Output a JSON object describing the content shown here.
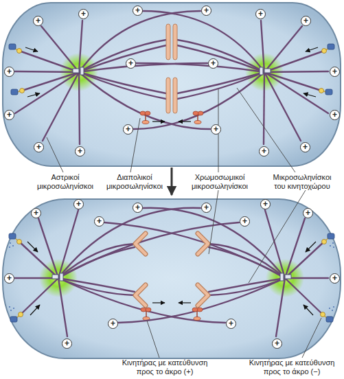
{
  "diagram": {
    "labels": [
      "Αστρικοί μικροσωληνίσκοι",
      "Διαπολικοί μικροσωληνίσκοι",
      "Χρωμοσωμικοί μικροσωληνίσκοι",
      "Μικροσωληνίσκοι του κινητοχώρου",
      "Κινητήρας με κατεύθυνση προς το άκρο (+)",
      "Κινητήρας με κατεύθυνση προς το άκρο (−)",
      "+",
      "+",
      "+",
      "+",
      "+",
      "+",
      "+",
      "+",
      "+",
      "+",
      "+",
      "+",
      "+",
      "+",
      "+",
      "+",
      "+",
      "+",
      "+",
      "+",
      "+",
      "+",
      "+",
      "+",
      "+",
      "+",
      "+",
      "+",
      "+",
      "+",
      "+",
      "+"
    ]
  }
}
